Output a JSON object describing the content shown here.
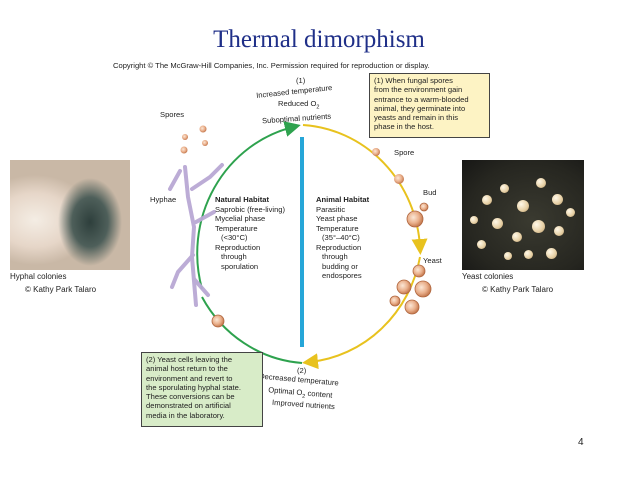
{
  "slide": {
    "title": "Thermal dimorphism",
    "page_number": "4"
  },
  "copyright": "Copyright © The McGraw-Hill Companies, Inc. Permission required for reproduction or display.",
  "top_condition": {
    "marker": "(1)",
    "line1": "Increased temperature",
    "line2": "Reduced O",
    "sub2": "2",
    "line3": "Suboptimal nutrients"
  },
  "bottom_condition": {
    "marker": "(2)",
    "line1": "Decreased temperature",
    "line2": "Optimal O",
    "sub2": "2",
    "line2b": " content",
    "line3": "Improved nutrients"
  },
  "box1": {
    "lines": [
      "(1) When fungal spores",
      "from the environment gain",
      "entrance to a warm-blooded",
      "animal, they germinate into",
      "yeasts and remain in this",
      "phase in the host."
    ]
  },
  "box2": {
    "lines": [
      "(2) Yeast cells leaving the",
      "animal host return to the",
      "environment and revert to",
      "the sporulating hyphal state.",
      "These conversions can be",
      "demonstrated on artificial",
      "media in the laboratory."
    ]
  },
  "natural_habitat": {
    "title": "Natural Habitat",
    "items": [
      "Saprobic (free-living)",
      "Mycelial phase",
      "Temperature",
      "(<30°C)",
      "Reproduction",
      "through",
      "sporulation"
    ]
  },
  "animal_habitat": {
    "title": "Animal Habitat",
    "items": [
      "Parasitic",
      "Yeast phase",
      "Temperature",
      "(35°–40°C)",
      "Reproduction",
      "through",
      "budding or",
      "endospores"
    ]
  },
  "labels": {
    "spores": "Spores",
    "hyphae": "Hyphae",
    "spore": "Spore",
    "bud": "Bud",
    "yeast": "Yeast"
  },
  "photos": {
    "left": {
      "caption": "Hyphal colonies",
      "credit": "© Kathy Park Talaro"
    },
    "right": {
      "caption": "Yeast colonies",
      "credit": "© Kathy Park Talaro"
    }
  },
  "colors": {
    "title": "#1f2f88",
    "warming_arrow": "#e8c21e",
    "cooling_arrow": "#2ea24e",
    "divider": "#26a6d8",
    "box1_fill": "#fdf3c4",
    "box2_fill": "#d8ecc8"
  }
}
